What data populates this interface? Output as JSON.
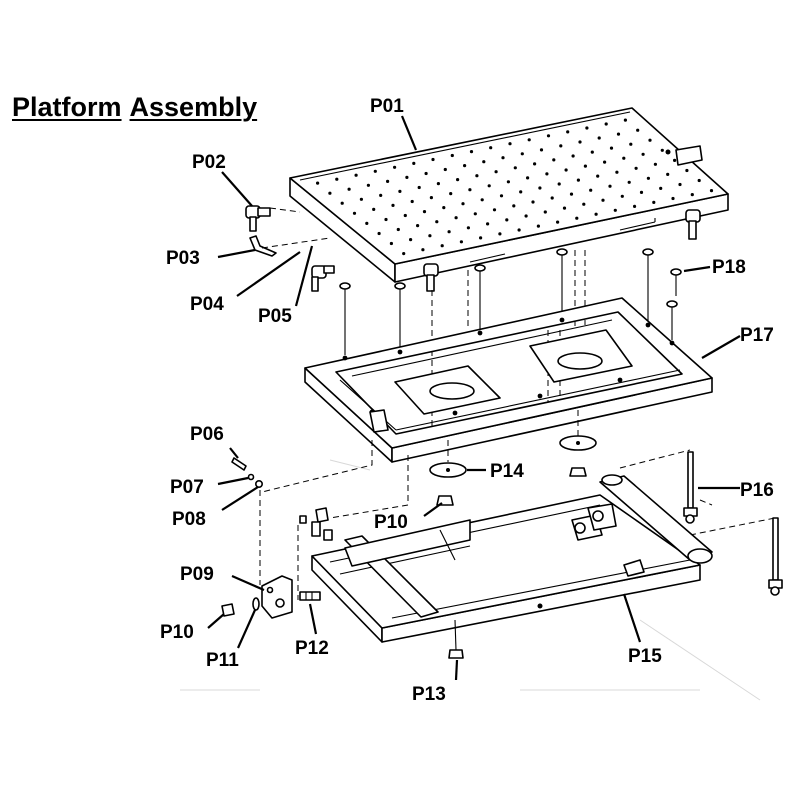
{
  "title": {
    "word1": "Platform",
    "word2": "Assembly"
  },
  "labels": {
    "p01": "P01",
    "p02": "P02",
    "p03": "P03",
    "p04": "P04",
    "p05": "P05",
    "p06": "P06",
    "p07": "P07",
    "p08": "P08",
    "p09": "P09",
    "p10a": "P10",
    "p10b": "P10",
    "p11": "P11",
    "p12": "P12",
    "p13": "P13",
    "p14": "P14",
    "p15": "P15",
    "p16": "P16",
    "p17": "P17",
    "p18": "P18"
  },
  "colors": {
    "line": "#000000",
    "background": "#ffffff"
  }
}
